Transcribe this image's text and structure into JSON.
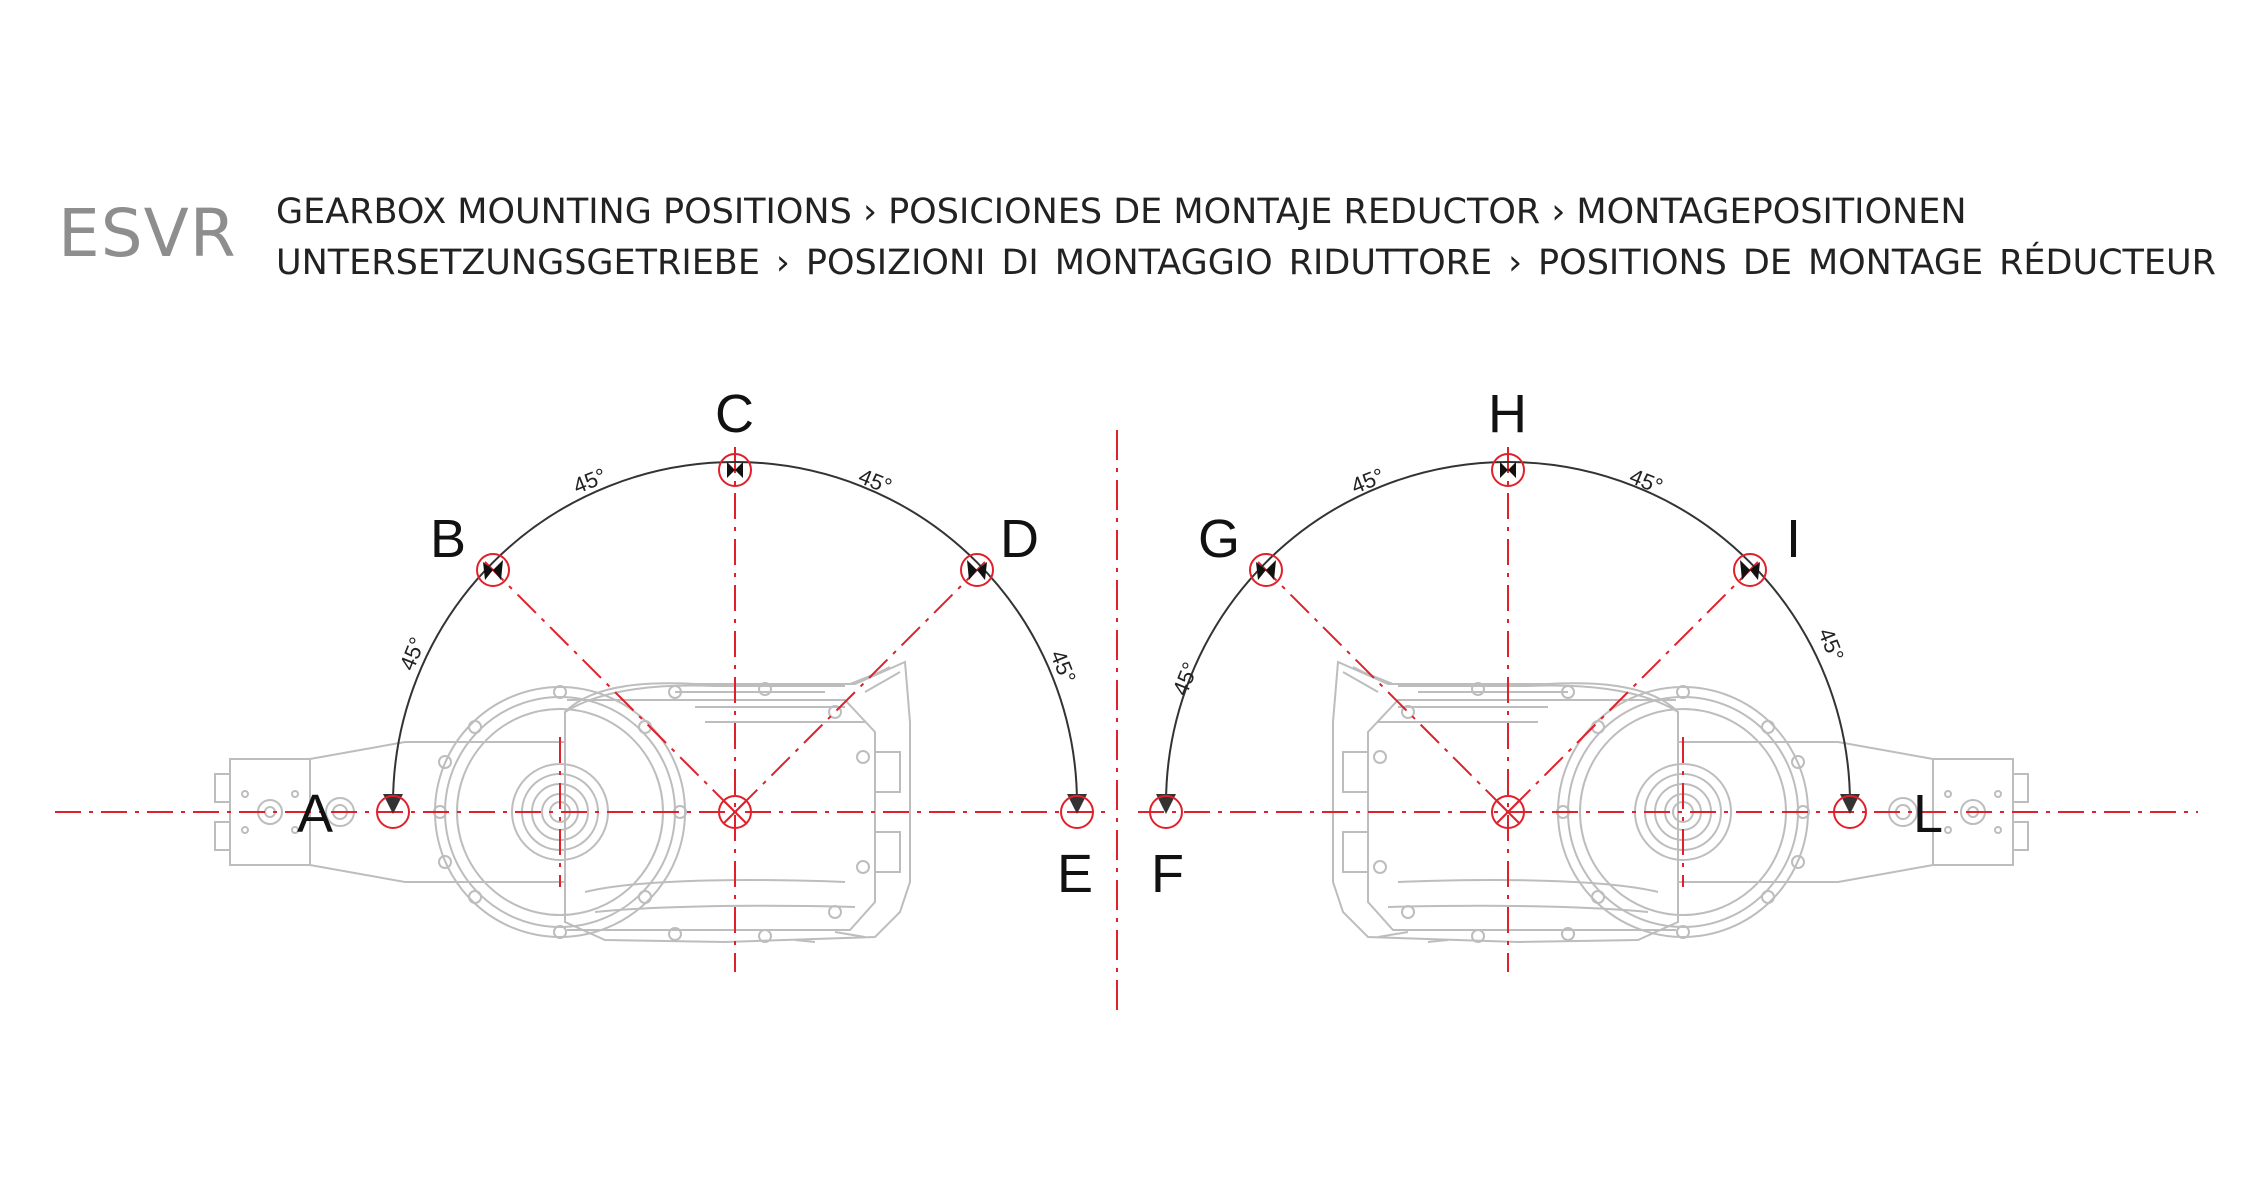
{
  "title": "ESVR",
  "subtitle_line1": "GEARBOX MOUNTING POSITIONS › POSICIONES DE MONTAJE REDUCTOR › MONTAGEPOSITIONEN",
  "subtitle_line2": [
    "UNTERSETZUNGSGETRIEBE",
    "›",
    "POSIZIONI",
    "DI",
    "MONTAGGIO",
    "RIDUTTORE",
    "›",
    "POSITIONS",
    "DE",
    "MONTAGE",
    "RÉDUCTEUR"
  ],
  "left_diagram": {
    "positions": [
      "A",
      "B",
      "C",
      "D",
      "E"
    ],
    "angle_label": "45°"
  },
  "right_diagram": {
    "positions": [
      "F",
      "G",
      "H",
      "I",
      "L"
    ],
    "angle_label": "45°"
  },
  "colors": {
    "centerline": "#e0202a",
    "outline": "#bdbdbd",
    "arc": "#333333",
    "title": "#8e8e8e"
  }
}
